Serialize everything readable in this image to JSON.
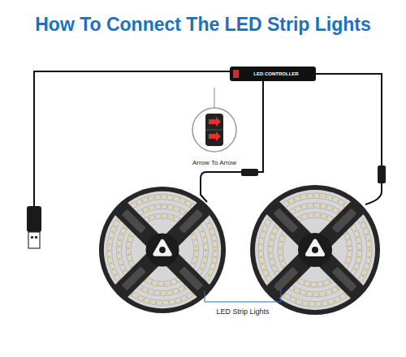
{
  "diagram": {
    "title": "How To Connect The LED Strip Lights",
    "labels": [
      "LED CONTROLLER",
      "Arrow To Arrow",
      "LED Strip Lights"
    ]
  }
}
